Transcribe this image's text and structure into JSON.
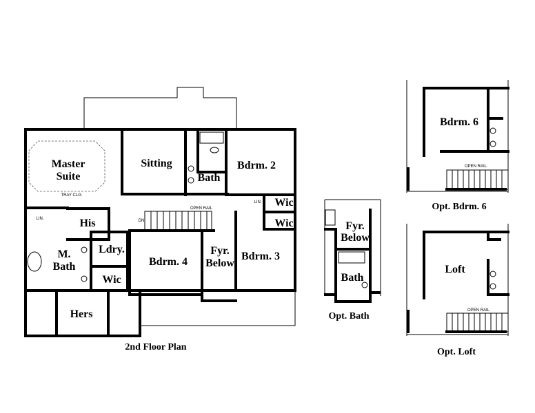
{
  "main_plan": {
    "caption": "2nd Floor Plan",
    "rooms": {
      "master_suite": [
        "Master",
        "Suite"
      ],
      "sitting": "Sitting",
      "bath": "Bath",
      "bdrm2": "Bdrm. 2",
      "wic_a": "Wic",
      "wic_b": "Wic",
      "his": "His",
      "m_bath": [
        "M.",
        "Bath"
      ],
      "ldry": "Ldry.",
      "wic_c": "Wic",
      "bdrm4": "Bdrm. 4",
      "fyr_below": [
        "Fyr.",
        "Below"
      ],
      "bdrm3": "Bdrm. 3",
      "hers": "Hers"
    },
    "notes": {
      "tray_ceiling": "TRAY CLG.",
      "open_rail": "OPEN RAIL",
      "down": "DN",
      "linen_a": "LIN.",
      "linen_b": "LIN."
    }
  },
  "opt_bath": {
    "caption": "Opt. Bath",
    "fyr_below": [
      "Fyr.",
      "Below"
    ],
    "bath": "Bath"
  },
  "opt_bdrm6": {
    "caption": "Opt. Bdrm. 6",
    "room": "Bdrm. 6",
    "open_rail": "OPEN RAIL"
  },
  "opt_loft": {
    "caption": "Opt. Loft",
    "room": "Loft",
    "open_rail": "OPEN RAIL"
  }
}
